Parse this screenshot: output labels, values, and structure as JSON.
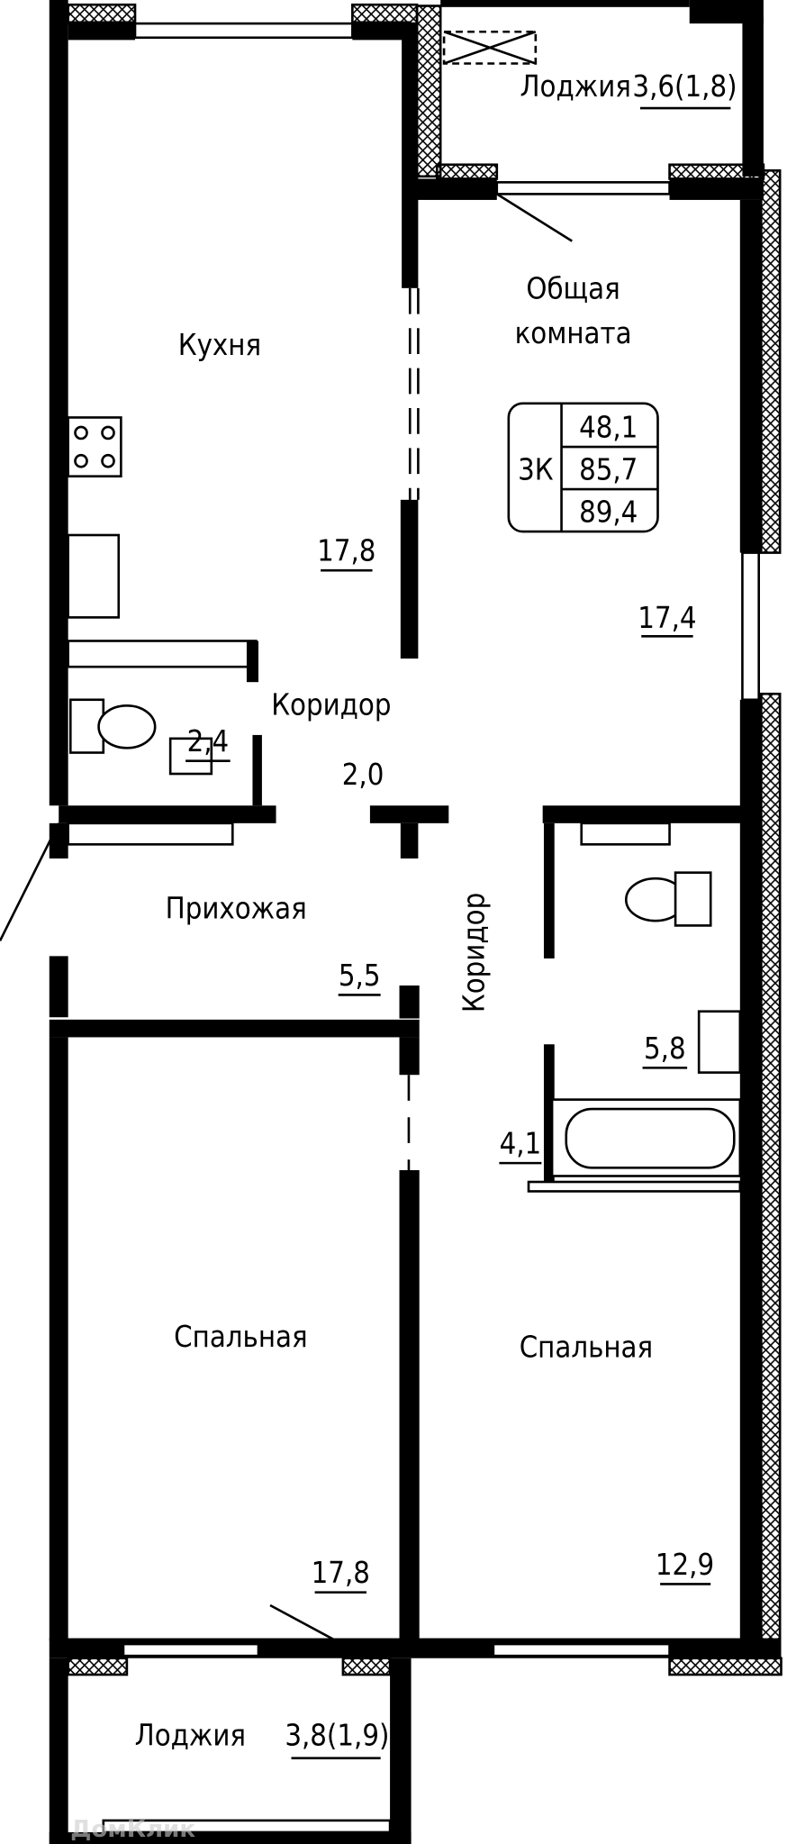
{
  "plan": {
    "rooms": {
      "loggia_top": {
        "label": "Лоджия",
        "area": "3,6(1,8)"
      },
      "living": {
        "label_line1": "Общая",
        "label_line2": "комната",
        "area": "17,4"
      },
      "kitchen": {
        "label": "Кухня",
        "area": "17,8"
      },
      "corridor_1": {
        "label": "Коридор",
        "area": "2,0"
      },
      "wc": {
        "area": "2,4"
      },
      "hall": {
        "label": "Прихожая",
        "area": "5,5"
      },
      "corridor_2": {
        "label": "Коридор",
        "area": "4,1"
      },
      "bathroom": {
        "area": "5,8"
      },
      "bedroom_1": {
        "label": "Спальная",
        "area": "17,8"
      },
      "bedroom_2": {
        "label": "Спальная",
        "area": "12,9"
      },
      "loggia_bottom": {
        "label": "Лоджия",
        "area": "3,8(1,9)"
      }
    },
    "summary": {
      "rooms": "3К",
      "living_area": "48,1",
      "total_area": "85,7",
      "total_with_loggia": "89,4"
    },
    "watermark": "ДомКлик"
  }
}
